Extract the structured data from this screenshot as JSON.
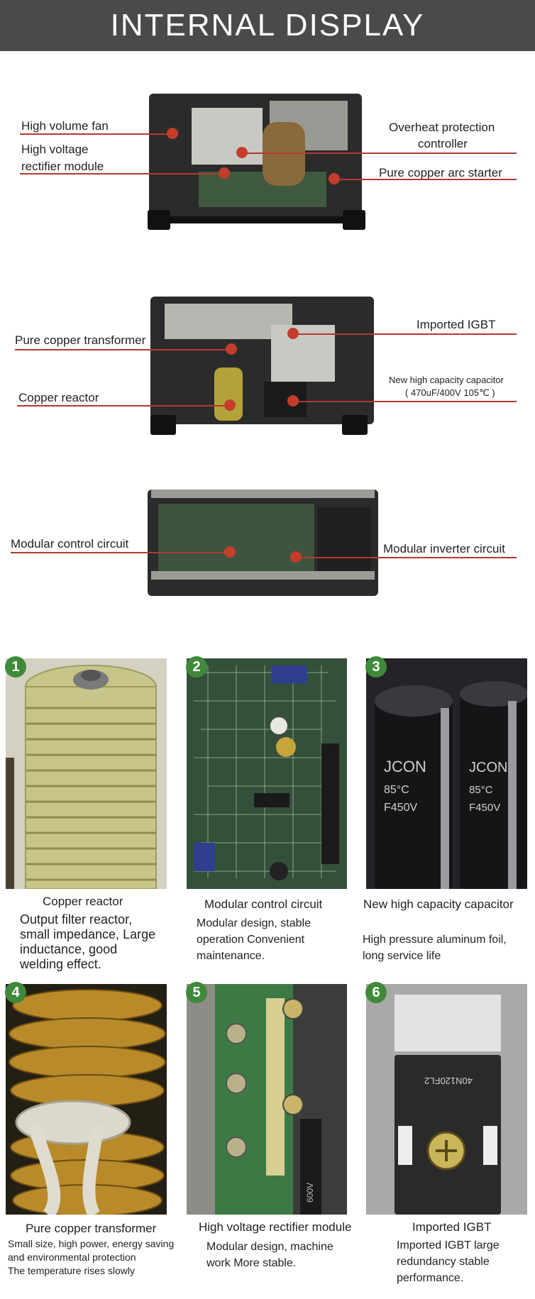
{
  "header": {
    "title": "INTERNAL DISPLAY"
  },
  "section1": {
    "labels": {
      "fan": "High volume fan",
      "rectifier_l1": "High voltage",
      "rectifier_l2": "rectifier module",
      "overheat_l1": "Overheat protection",
      "overheat_l2": "controller",
      "arc": "Pure copper arc starter"
    }
  },
  "section2": {
    "labels": {
      "transformer": "Pure copper transformer",
      "reactor": "Copper reactor",
      "igbt": "Imported IGBT",
      "capacitor_l1": "New high capacity capacitor",
      "capacitor_l2": "( 470uF/400V 105℃ )"
    }
  },
  "section3": {
    "labels": {
      "control": "Modular control circuit",
      "inverter": "Modular inverter circuit"
    }
  },
  "grid": {
    "items": [
      {
        "num": "1",
        "caption": "Copper reactor",
        "lines": [
          "Output filter reactor,",
          "small impedance, Large",
          "inductance, good",
          "welding effect."
        ]
      },
      {
        "num": "2",
        "caption": "Modular control circuit",
        "lines": [
          "Modular design, stable",
          "operation Convenient",
          "maintenance."
        ]
      },
      {
        "num": "3",
        "caption": "New high capacity capacitor",
        "lines": [
          "High pressure aluminum foil,",
          "long service life"
        ]
      },
      {
        "num": "4",
        "caption": "Pure copper transformer",
        "lines": [
          "Small size, high power, energy saving",
          "and environmental protection",
          "The temperature rises slowly"
        ]
      },
      {
        "num": "5",
        "caption": "High voltage rectifier module",
        "lines": [
          "Modular design, machine",
          "work More stable."
        ]
      },
      {
        "num": "6",
        "caption": "Imported IGBT",
        "lines": [
          "Imported IGBT large",
          "redundancy stable",
          "performance."
        ]
      }
    ]
  },
  "photo_text": {
    "cap_brand": "JCON",
    "cap_temp": "85°C",
    "cap_rating": "F450V",
    "rect_rating": "600V",
    "igbt_code": "40N120FL2"
  }
}
